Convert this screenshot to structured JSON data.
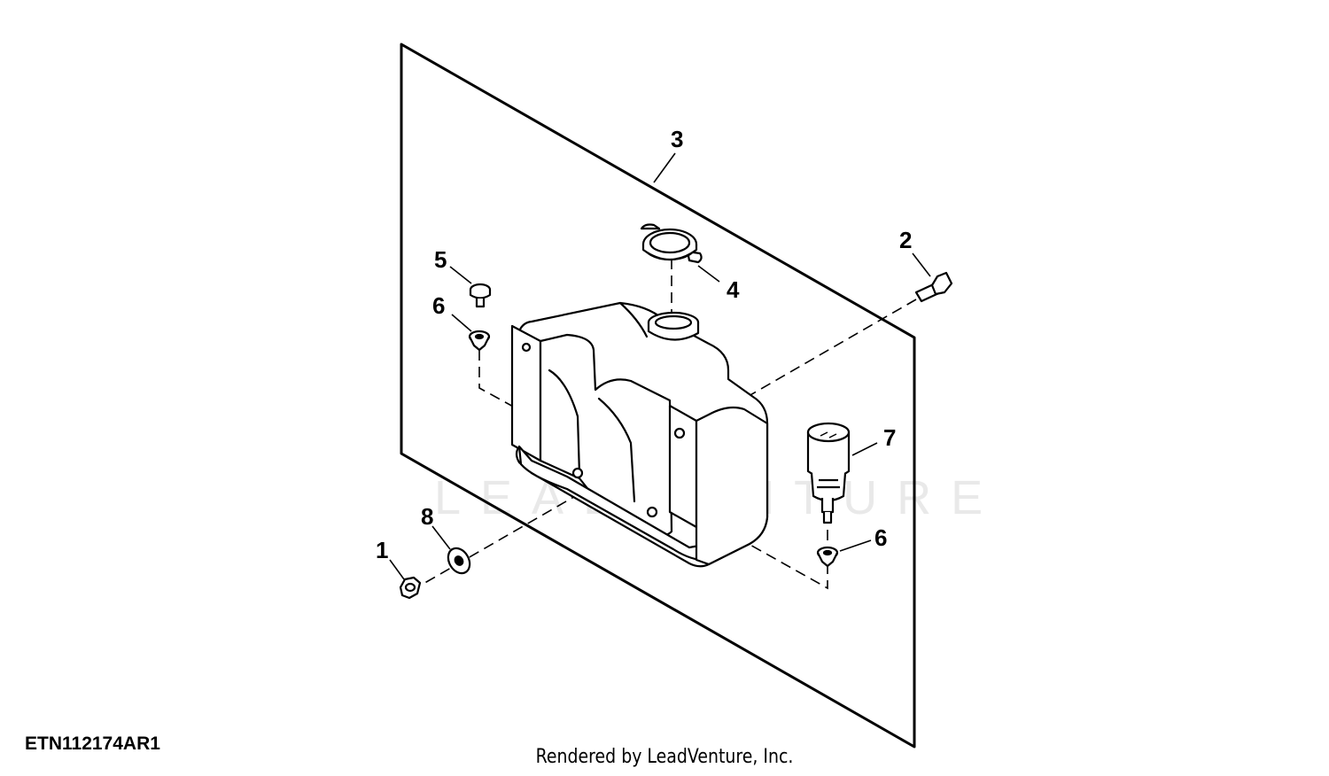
{
  "diagram": {
    "reference_code": "ETN112174AR1",
    "credit": "Rendered by LeadVenture, Inc.",
    "watermark_text": "LEADVENTURE",
    "callouts": {
      "c1": "1",
      "c2": "2",
      "c3": "3",
      "c4": "4",
      "c5": "5",
      "c6a": "6",
      "c6b": "6",
      "c7": "7",
      "c8": "8"
    }
  }
}
